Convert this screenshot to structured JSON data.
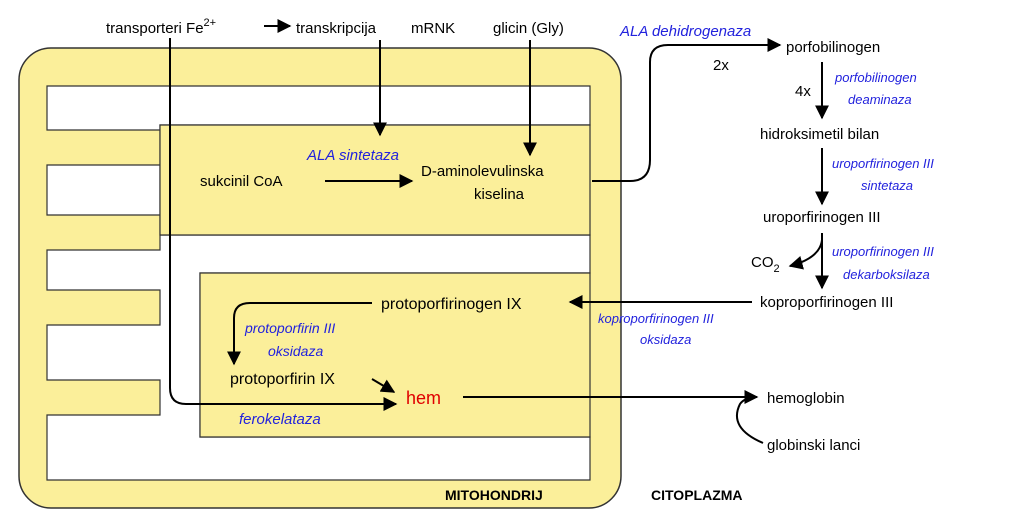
{
  "colors": {
    "mito_fill": "#fbef9a",
    "mito_stroke": "#333333",
    "enzyme": "#2222dd",
    "heme": "#e00000",
    "text": "#000000"
  },
  "top": {
    "transporteri": "transporteri Fe",
    "fe_charge": "2+",
    "transkripcija": "transkripcija",
    "mrnk": "mRNK",
    "glicin": "glicin (Gly)"
  },
  "compounds": {
    "sukcinil": "sukcinil CoA",
    "ala_line1": "D-aminolevulinska",
    "ala_line2": "kiselina",
    "porfobilinogen": "porfobilinogen",
    "hidroksimetil": "hidroksimetil bilan",
    "uroporfirinogen": "uroporfirinogen III",
    "co2_main": "CO",
    "co2_sub": "2",
    "koproporfirinogen": "koproporfirinogen III",
    "protoporfirinogen": "protoporfirinogen IX",
    "protoporfirin": "protoporfirin IX",
    "hem": "hem",
    "hemoglobin": "hemoglobin",
    "globinski": "globinski lanci"
  },
  "multipliers": {
    "two": "2x",
    "four": "4x"
  },
  "enzymes": {
    "ala_sintetaza": "ALA sintetaza",
    "ala_dehidrogenaza": "ALA dehidrogenaza",
    "pbg_deaminaza_1": "porfobilinogen",
    "pbg_deaminaza_2": "deaminaza",
    "uro_sintetaza_1": "uroporfirinogen III",
    "uro_sintetaza_2": "sintetaza",
    "uro_dekarboksilaza_1": "uroporfirinogen III",
    "uro_dekarboksilaza_2": "dekarboksilaza",
    "kopro_oksidaza_1": "koproporfirinogen III",
    "kopro_oksidaza_2": "oksidaza",
    "proto_oksidaza_1": "protoporfirin III",
    "proto_oksidaza_2": "oksidaza",
    "ferokelataza": "ferokelataza"
  },
  "compartments": {
    "mitohondrij": "MITOHONDRIJ",
    "citoplazma": "CITOPLAZMA"
  }
}
